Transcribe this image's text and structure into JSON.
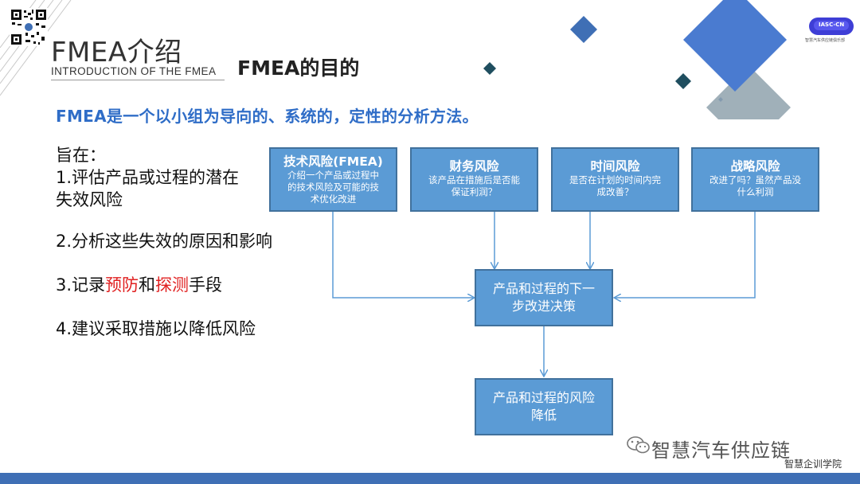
{
  "header": {
    "title": "FMEA介绍",
    "subtitle": "INTRODUCTION OF THE FMEA",
    "heading": "FMEA的目的"
  },
  "definition": "FMEA是一个以小组为导向的、系统的，定性的分析方法。",
  "aims": {
    "intro": "旨在：",
    "item1_line1": "1.评估产品或过程的潜在",
    "item1_line2": "失效风险",
    "item2": "2.分析这些失效的原因和影响",
    "item3_prefix": "3.记录",
    "item3_red1": "预防",
    "item3_mid": "和",
    "item3_red2": "探测",
    "item3_suffix": "手段",
    "item4": "4.建议采取措施以降低风险"
  },
  "risks": [
    {
      "title": "技术风险(FMEA)",
      "desc_lines": [
        "介绍一个产品或过程中",
        "的技术风险及可能的技",
        "术优化改进"
      ]
    },
    {
      "title": "财务风险",
      "desc_lines": [
        "该产品在措施后是否能",
        "保证利润？"
      ]
    },
    {
      "title": "时间风险",
      "desc_lines": [
        "是否在计划的时间内完",
        "成改善？"
      ]
    },
    {
      "title": "战略风险",
      "desc_lines": [
        "改进了吗？虽然产品没",
        "什么利润"
      ]
    }
  ],
  "decision_box": {
    "lines": [
      "产品和过程的下一",
      "步改进决策"
    ]
  },
  "result_box": {
    "lines": [
      "产品和过程的风险",
      "降低"
    ]
  },
  "brand": {
    "wechat_name": "智慧汽车供应链",
    "academy": "智慧企训学院",
    "logo_text": "IASC-CN",
    "logo_caption": "智慧汽车供应链俱乐部"
  },
  "colors": {
    "box_fill": "#5B9BD5",
    "box_border": "#41719C",
    "definition_blue": "#2F6DC7",
    "highlight_red": "#E02020",
    "bottom_bar": "#3F6FB5"
  }
}
